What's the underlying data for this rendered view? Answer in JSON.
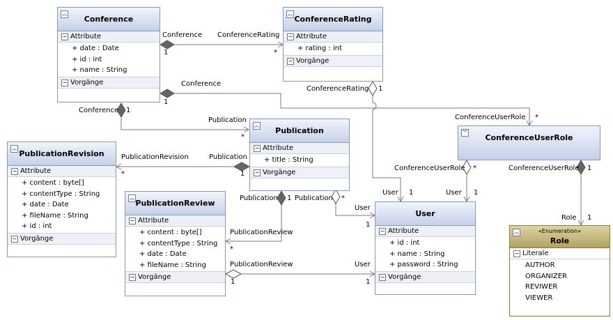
{
  "classes": {
    "conference": {
      "name": "Conference",
      "attr_section": "Attribute",
      "attributes": [
        "+ date : Date",
        "+ id : int",
        "+ name : String"
      ],
      "ops_section": "Vorgänge"
    },
    "conference_rating": {
      "name": "ConferenceRating",
      "attr_section": "Attribute",
      "attributes": [
        "+ rating : int"
      ],
      "ops_section": "Vorgänge"
    },
    "publication": {
      "name": "Publication",
      "attr_section": "Attribute",
      "attributes": [
        "+ title : String"
      ],
      "ops_section": "Vorgänge"
    },
    "publication_revision": {
      "name": "PublicationRevision",
      "attr_section": "Attribute",
      "attributes": [
        "+ content : byte[]",
        "+ contentType : String",
        "+ date : Date",
        "+ fileName : String",
        "+ id : int"
      ],
      "ops_section": "Vorgänge"
    },
    "publication_review": {
      "name": "PublicationReview",
      "attr_section": "Attribute",
      "attributes": [
        "+ content : byte[]",
        "+ contentType : String",
        "+ date : Date",
        "+ fileName : String"
      ],
      "ops_section": "Vorgänge"
    },
    "user": {
      "name": "User",
      "attr_section": "Attribute",
      "attributes": [
        "+ id : int",
        "+ name : String",
        "+ password : String"
      ],
      "ops_section": "Vorgänge"
    },
    "conference_user_role": {
      "name": "ConferenceUserRole"
    },
    "role": {
      "stereotype": "«Enumeration»",
      "name": "Role",
      "literals_section": "Literale",
      "literals": [
        "AUTHOR",
        "ORGANIZER",
        "REVIWER",
        "VIEWER"
      ]
    }
  },
  "association_labels": {
    "conf_rating_conference": "Conference",
    "conf_rating_rating": "ConferenceRating",
    "conf_rating_mult_conf": "1",
    "conf_rating_mult_rating": "*",
    "conf_cur_conference": "Conference",
    "conf_cur_mult_conf": "1",
    "conf_cur_role": "ConferenceUserRole",
    "conf_cur_mult_role": "*",
    "rating_user_role": "ConferenceRating",
    "rating_user_mult": "1",
    "conf_pub_conference": "Conference",
    "conf_pub_mult_conf": "1",
    "conf_pub_publication": "Publication",
    "conf_pub_mult_pub": "*",
    "pub_rev_revision": "PublicationRevision",
    "pub_rev_mult_rev": "*",
    "pub_rev_publication": "Publication",
    "pub_rev_mult_pub": "1",
    "pub_review_publication": "Publication",
    "pub_review_mult_pub": "1",
    "pub_review_review": "PublicationReview",
    "pub_review_mult_review": "*",
    "pub_user_publication": "Publication",
    "pub_user_mult_pub": "*",
    "pub_user_user": "User",
    "pub_user_mult_user": "1",
    "review_user_review": "PublicationReview",
    "review_user_mult_review": "1",
    "review_user_user": "User",
    "review_user_mult_user": "1",
    "rating_user_user": "User",
    "rating_user_mult_user": "1",
    "cur_user_role": "ConferenceUserRole",
    "cur_user_mult_role": "*",
    "cur_user_user": "User",
    "cur_user_mult_user": "1",
    "cur_role_cur": "ConferenceUserRole",
    "cur_role_mult_cur": "1",
    "cur_role_role": "Role",
    "cur_role_mult_role": "1"
  },
  "colors": {
    "class_border": "#7f9db9",
    "class_header": "#c6d0e8",
    "enum_header": "#b3a361",
    "line": "#7a7a7a",
    "composition": "#666666"
  }
}
